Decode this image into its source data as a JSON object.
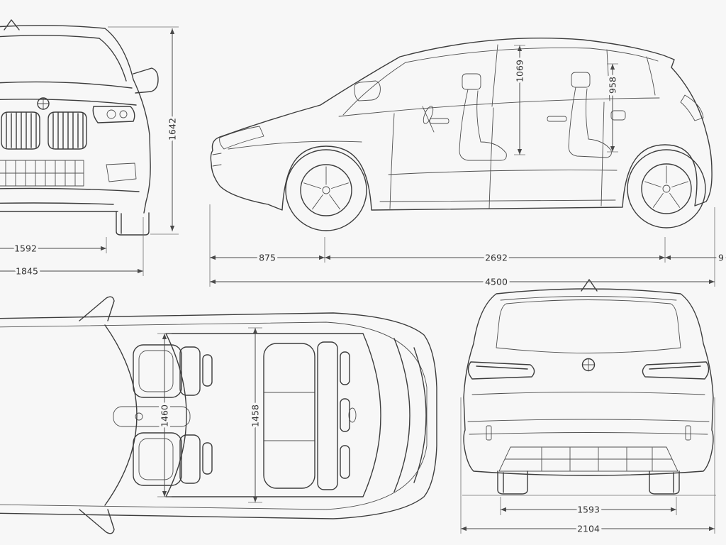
{
  "style": {
    "background": "#f7f7f7",
    "line_color": "#3d3d3d",
    "dimension_color": "#4a4a4a",
    "text_color": "#333333"
  },
  "views": {
    "front": {
      "height_mm": "1642",
      "track_width_mm": "1592",
      "overall_width_mm": "1845"
    },
    "side": {
      "front_interior_height_mm": "1069",
      "rear_interior_height_mm": "958",
      "front_overhang_mm": "875",
      "wheelbase_mm": "2692",
      "rear_overhang_truncated": "9",
      "overall_length_mm": "4500"
    },
    "top": {
      "front_interior_width_mm": "1460",
      "rear_interior_width_mm": "1458"
    },
    "rear": {
      "track_width_mm": "1593",
      "overall_width_mm": "2104"
    }
  }
}
